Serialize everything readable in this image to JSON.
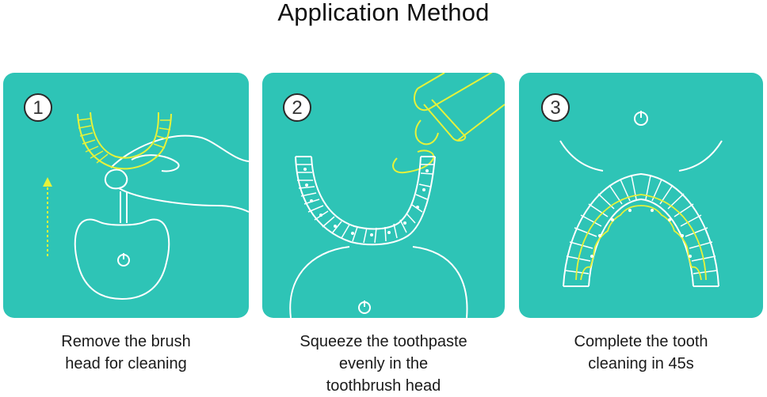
{
  "title": "Application Method",
  "steps": [
    {
      "number": "1",
      "caption_lines": [
        "Remove the brush",
        "head for cleaning"
      ]
    },
    {
      "number": "2",
      "caption_lines": [
        "Squeeze the toothpaste",
        "evenly in the",
        "toothbrush head"
      ]
    },
    {
      "number": "3",
      "caption_lines": [
        "Complete the tooth",
        "cleaning in 45s"
      ]
    }
  ],
  "colors": {
    "panel": "#2ec4b6",
    "line": "#ffffff",
    "accent": "#e6f23a"
  },
  "icons": [
    "power-icon",
    "up-arrow-icon",
    "hand-illustration",
    "toothpaste-tube-illustration",
    "brush-head-illustration",
    "teeth-illustration"
  ]
}
